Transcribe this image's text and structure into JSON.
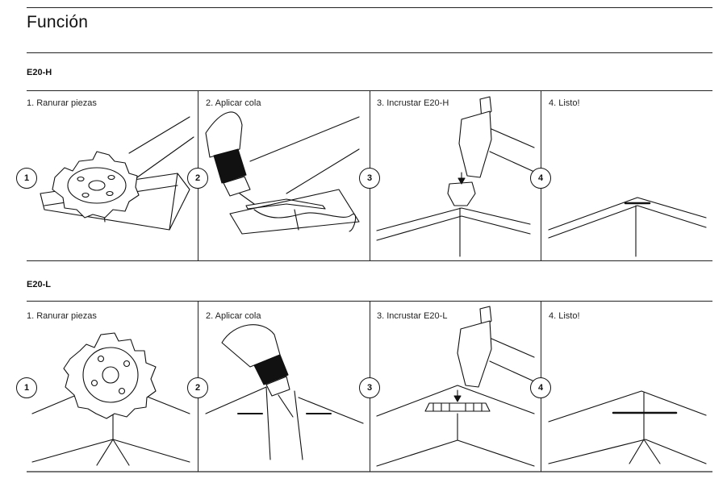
{
  "page": {
    "title": "Función"
  },
  "sections": [
    {
      "name": "E20-H",
      "steps": [
        {
          "number": "1",
          "label": "1. Ranurar piezas",
          "icon": "grooving-cutter-icon"
        },
        {
          "number": "2",
          "label": "2. Aplicar cola",
          "icon": "glue-bottle-icon"
        },
        {
          "number": "3",
          "label": "3. Incrustar E20-H",
          "icon": "hammer-connector-icon"
        },
        {
          "number": "4",
          "label": "4. Listo!",
          "icon": "finished-joint-icon"
        }
      ]
    },
    {
      "name": "E20-L",
      "steps": [
        {
          "number": "1",
          "label": "1. Ranurar piezas",
          "icon": "grooving-cutter-icon"
        },
        {
          "number": "2",
          "label": "2. Aplicar cola",
          "icon": "glue-bottle-icon"
        },
        {
          "number": "3",
          "label": "3. Incrustar E20-L",
          "icon": "hammer-connector-icon"
        },
        {
          "number": "4",
          "label": "4. Listo!",
          "icon": "finished-joint-icon"
        }
      ]
    }
  ]
}
